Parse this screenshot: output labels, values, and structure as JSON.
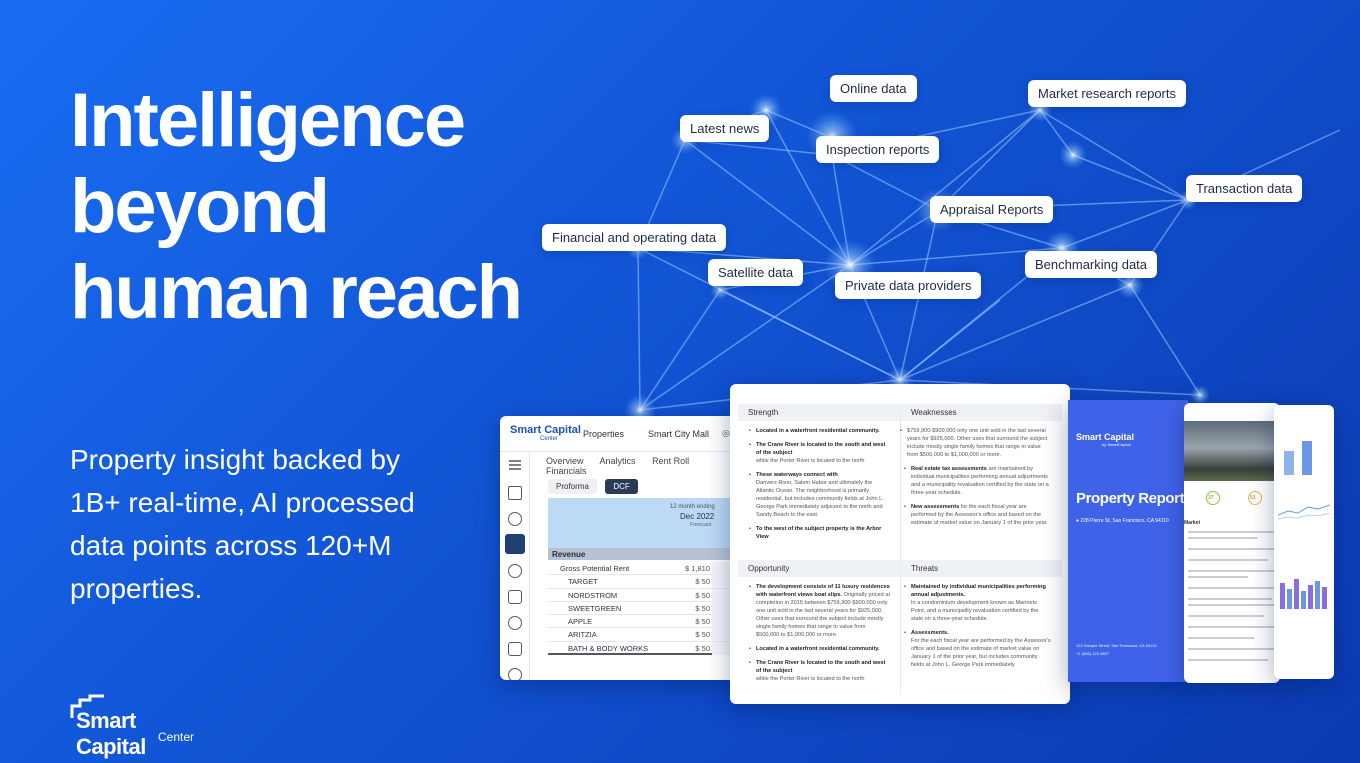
{
  "hero": {
    "title_line1": "Intelligence",
    "title_line2": "beyond",
    "title_line3": "human reach",
    "subtitle": "Property insight backed by 1B+ real-time, AI processed data points across 120+M properties."
  },
  "brand": {
    "name": "Smart Capital",
    "sub": "Center"
  },
  "data_sources": [
    "Online data",
    "Market research reports",
    "Latest news",
    "Inspection reports",
    "Transaction data",
    "Appraisal Reports",
    "Financial and operating data",
    "Satellite data",
    "Private data providers",
    "Benchmarking data"
  ],
  "app": {
    "logo": "Smart Capital",
    "logo_sub": "Center",
    "breadcrumb_root": "Properties",
    "breadcrumb_current": "Smart City Mall",
    "tabs": [
      "Overview",
      "Analytics",
      "Rent Roll",
      "Financials"
    ],
    "segments": [
      "Proforma",
      "DCF"
    ],
    "column_header": {
      "line1": "12 month ending",
      "line2": "Dec 2022",
      "line3": "Forecast"
    },
    "section": "Revenue",
    "rows": [
      {
        "label": "Gross Potential Rent",
        "value": "$ 1,810"
      },
      {
        "label": "TARGET",
        "value": "$ 50"
      },
      {
        "label": "NORDSTROM",
        "value": "$ 50"
      },
      {
        "label": "SWEETGREEN",
        "value": "$ 50"
      },
      {
        "label": "APPLE",
        "value": "$ 50"
      },
      {
        "label": "ARITZIA",
        "value": "$ 50"
      },
      {
        "label": "BATH & BODY WORKS",
        "value": "$ 50"
      }
    ]
  },
  "swot": {
    "strength": {
      "heading": "Strength",
      "items": [
        {
          "bold": "Located in a waterfront residential community.",
          "text": ""
        },
        {
          "bold": "The Crane River is located to the south and west of the subject",
          "text": "while the Porter River is located to the north"
        },
        {
          "bold": "These waterways connect with",
          "text": "Danvers River, Salem Habor and ultimately the Atlantic Ocean. The neighborhood is primarily residential, but includes community fields at John L. George Park immediately adjacent to the north and Sandy Beach to the east."
        },
        {
          "bold": "To the west of the subject property is the Arbor View",
          "text": ""
        }
      ]
    },
    "weaknesses": {
      "heading": "Weaknesses",
      "items": [
        {
          "bold": "",
          "text": "$759,900-$900,000 only one unit sold in the last several years for $925,000. Other uses that surround the subject include mostly single family homes that range in value from $500,000 to $1,000,000 or more."
        },
        {
          "bold": "Real estate tax assessments",
          "text": "are maintained by individual municipalities performing annual adjustments and a municipality revaluation certified by the state on a three-year schedule."
        },
        {
          "bold": "New assessments",
          "text": "for the each fiscal year are performed by the Assessor's office and based on the estimate of market value on January 1 of the prior year."
        }
      ]
    },
    "opportunity": {
      "heading": "Opportunity",
      "items": [
        {
          "bold": "The development consists of 11 luxury residences with waterfront views boat slips.",
          "text": "Originally priced at completion in 2015 between $759,900-$900,000 only one unit sold in the last several years for $925,000. Other uses that surround the subject include mostly single family homes that range in value from $500,000 to $1,000,000 or more."
        },
        {
          "bold": "Located in a waterfront residential community.",
          "text": ""
        },
        {
          "bold": "The Crane River is located to the south and west of the subject",
          "text": "while the Porter River is located to the north"
        }
      ]
    },
    "threats": {
      "heading": "Threats",
      "items": [
        {
          "bold": "Maintained by individual municipalities performing annual adjustments.",
          "text": "In a condominium development known as Marinets Point, and a municipality revaluation certified by the state on a three-year schedule."
        },
        {
          "bold": "Assessments.",
          "text": "For the each fiscal year are performed by the Assessor's office and based on the estimate of market value on January 1 of the prior year, but includes community fields at John L. George Park immediately"
        }
      ]
    }
  },
  "report": {
    "logo": "Smart Capital",
    "logo_sub": "by SmartCapital",
    "title": "Property Report",
    "address": "228 Pierre St, San Francisco, CA 94110",
    "footer_line1": "123 Sample Street, San Francisco, CA 94110",
    "footer_line2": "+1 (555) 123 4567"
  },
  "page1": {
    "section": "Market",
    "score1": "37",
    "score2": "53"
  },
  "colors": {
    "accent": "#1a6df2",
    "report": "#3f63e8",
    "ink": "#1e2a44"
  }
}
